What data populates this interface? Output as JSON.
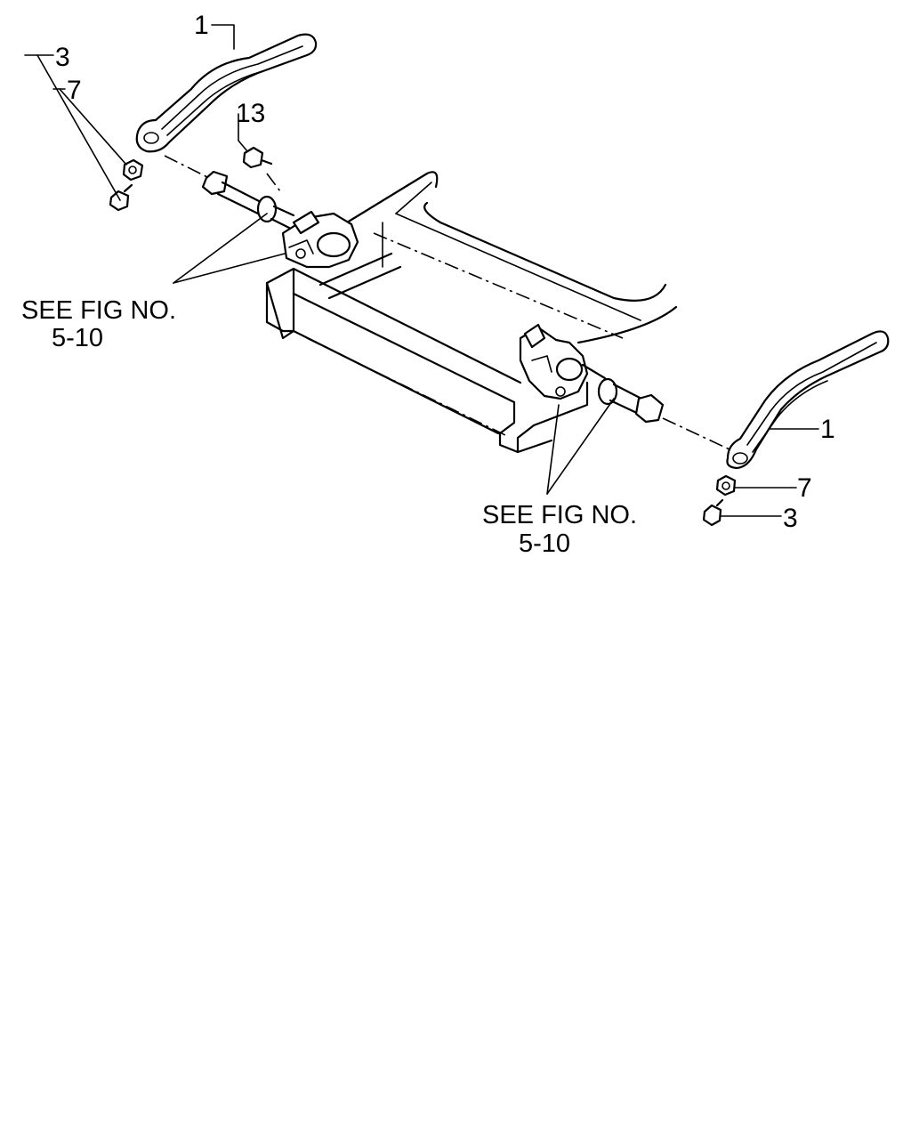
{
  "callouts": {
    "part_1_left": "1",
    "part_1_right": "1",
    "part_3_left": "3",
    "part_3_right": "3",
    "part_7_left": "7",
    "part_7_right": "7",
    "part_13": "13"
  },
  "references": {
    "left_line1": "SEE FIG NO.",
    "left_line2": "5-10",
    "right_line1": "SEE FIG NO.",
    "right_line2": "5-10"
  }
}
